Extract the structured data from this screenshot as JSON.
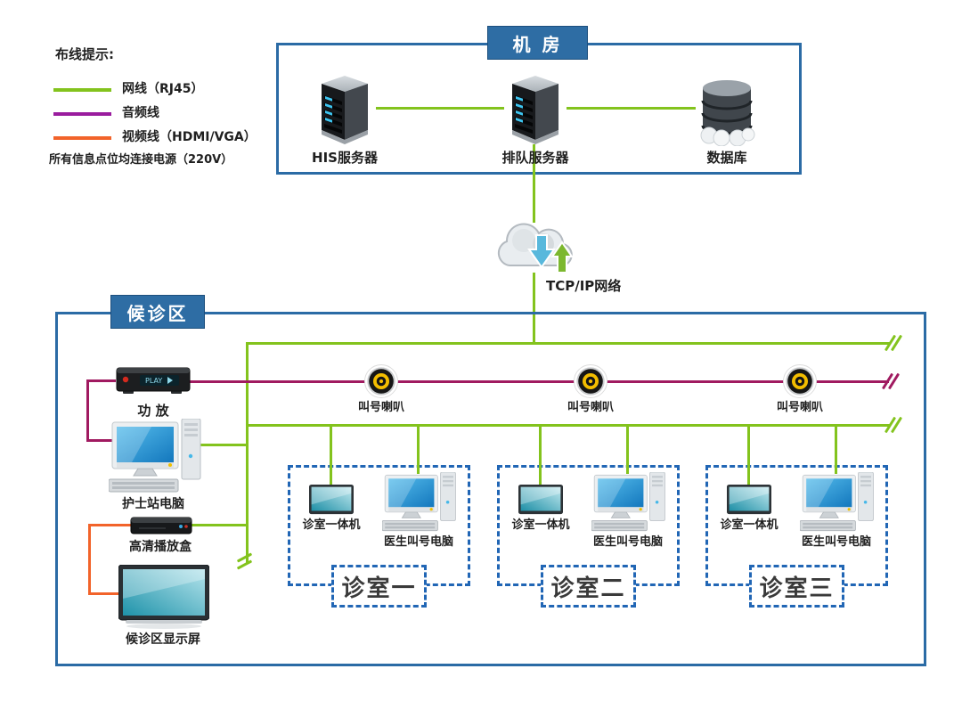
{
  "colors": {
    "net": "#83C31D",
    "audio": "#9A1C9E",
    "audio_line": "#A01A60",
    "video": "#F2632A",
    "frame": "#2B6BA5",
    "title_bg": "#2E6DA4",
    "title_text": "#FFFFFF",
    "dash": "#2166B5",
    "text": "#1F1F1F"
  },
  "legend": {
    "title": "布线提示:",
    "items": [
      {
        "label": "网线（RJ45）",
        "color_key": "net",
        "icon": "green-line-swatch"
      },
      {
        "label": "音频线",
        "color_key": "audio",
        "icon": "purple-line-swatch"
      },
      {
        "label": "视频线（HDMI/VGA）",
        "color_key": "video",
        "icon": "orange-line-swatch"
      }
    ],
    "note": "所有信息点位均连接电源（220V）"
  },
  "machine_room": {
    "title": "机  房",
    "servers": [
      {
        "label": "HIS服务器",
        "icon": "server-tower-icon"
      },
      {
        "label": "排队服务器",
        "icon": "server-tower-icon"
      },
      {
        "label": "数据库",
        "icon": "database-icon"
      }
    ]
  },
  "network": {
    "label": "TCP/IP网络",
    "icon": "cloud-sync-icon"
  },
  "waiting_area": {
    "title": "候诊区",
    "amplifier": {
      "label": "功 放",
      "icon": "amplifier-icon"
    },
    "nurse_pc": {
      "label": "护士站电脑",
      "icon": "desktop-computer-icon"
    },
    "player": {
      "label": "高清播放盒",
      "icon": "media-player-box-icon"
    },
    "display": {
      "label": "候诊区显示屏",
      "icon": "display-screen-icon"
    },
    "speakers": [
      {
        "label": "叫号喇叭",
        "icon": "speaker-icon"
      },
      {
        "label": "叫号喇叭",
        "icon": "speaker-icon"
      },
      {
        "label": "叫号喇叭",
        "icon": "speaker-icon"
      }
    ],
    "rooms": [
      {
        "name": "诊室一",
        "devices": [
          {
            "label": "诊室一体机",
            "icon": "all-in-one-screen-icon"
          },
          {
            "label": "医生叫号电脑",
            "icon": "desktop-computer-icon"
          }
        ]
      },
      {
        "name": "诊室二",
        "devices": [
          {
            "label": "诊室一体机",
            "icon": "all-in-one-screen-icon"
          },
          {
            "label": "医生叫号电脑",
            "icon": "desktop-computer-icon"
          }
        ]
      },
      {
        "name": "诊室三",
        "devices": [
          {
            "label": "诊室一体机",
            "icon": "all-in-one-screen-icon"
          },
          {
            "label": "医生叫号电脑",
            "icon": "desktop-computer-icon"
          }
        ]
      }
    ]
  }
}
